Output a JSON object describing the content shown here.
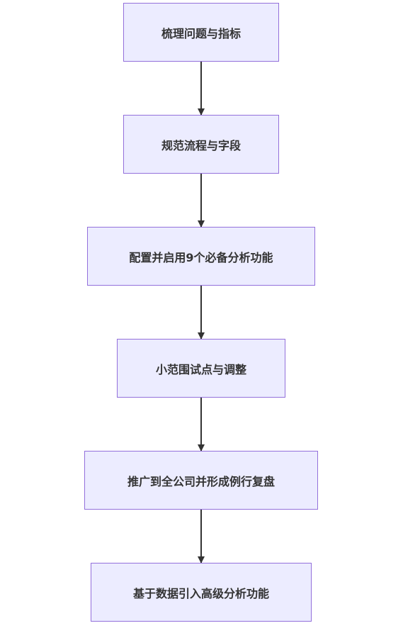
{
  "colors": {
    "node_fill": "#ececff",
    "node_border": "#9370db",
    "text": "#333333",
    "arrow": "#333333",
    "background": "#ffffff"
  },
  "flowchart": {
    "steps": [
      {
        "label": "梳理问题与指标"
      },
      {
        "label": "规范流程与字段"
      },
      {
        "label": "配置并启用9个必备分析功能"
      },
      {
        "label": "小范围试点与调整"
      },
      {
        "label": "推广到全公司并形成例行复盘"
      },
      {
        "label": "基于数据引入高级分析功能"
      }
    ],
    "connectors": [
      {
        "from": 0,
        "to": 1
      },
      {
        "from": 1,
        "to": 2
      },
      {
        "from": 2,
        "to": 3
      },
      {
        "from": 3,
        "to": 4
      },
      {
        "from": 4,
        "to": 5
      }
    ]
  }
}
